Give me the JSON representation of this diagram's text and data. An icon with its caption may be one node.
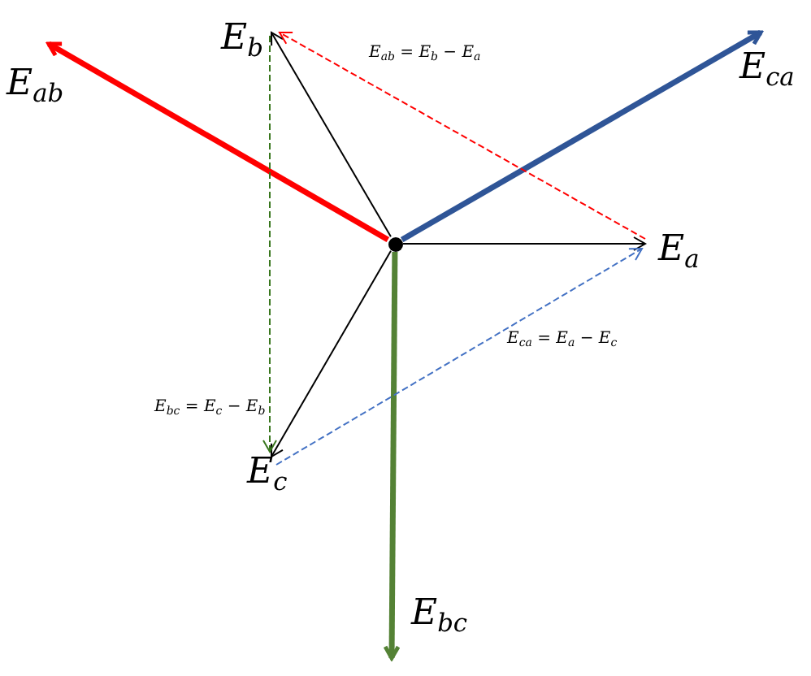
{
  "diagram": {
    "nodes": [
      {
        "text": [
          "E$_{ab}$"
        ]
      },
      {
        "text": [
          "E$_{b}$"
        ]
      },
      {
        "text": [
          "E$_{ca}$"
        ]
      },
      {
        "text": [
          "E$_{a}$"
        ]
      },
      {
        "text": [],
        "shape": "circle"
      },
      {
        "text": [
          "E$_{c}$"
        ]
      },
      {
        "text": [
          "E$_{bc}$"
        ]
      }
    ],
    "edges": [
      {
        "from": 4,
        "to": 3,
        "arrow": "to"
      },
      {
        "from": 4,
        "to": 1,
        "arrow": "to"
      },
      {
        "from": 4,
        "to": 5,
        "arrow": "to"
      },
      {
        "from": 4,
        "to": 0,
        "arrow": "to",
        "style": "thick",
        "color": "#ff0000"
      },
      {
        "from": 4,
        "to": 2,
        "arrow": "to",
        "style": "thick",
        "color": "#2f5597"
      },
      {
        "from": 4,
        "to": 6,
        "arrow": "to",
        "style": "thick",
        "color": "#548235"
      },
      {
        "from": 3,
        "to": 1,
        "arrow": "to",
        "style": "dashed",
        "color": "#ff0000",
        "label": "E$_{ab}$ = E$_{b}$ − E$_{a}$"
      },
      {
        "from": 5,
        "to": 3,
        "arrow": "to",
        "style": "dashed",
        "color": "#4472c4",
        "label": "E$_{ca}$ = E$_{a}$ − E$_{c}$"
      },
      {
        "from": 1,
        "to": 5,
        "arrow": "to",
        "style": "dashed",
        "color": "#38761d",
        "label": "E$_{bc}$ = E$_{c}$ − E$_{b}$"
      }
    ]
  }
}
